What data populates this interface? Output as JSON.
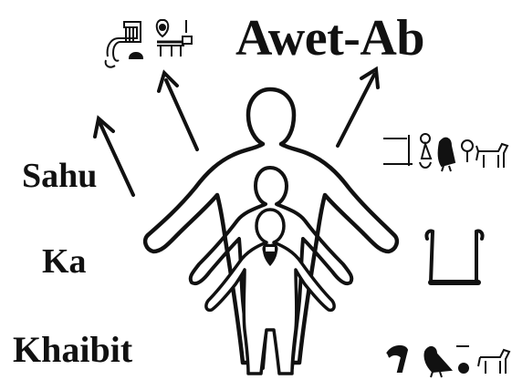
{
  "labels": {
    "title": "Awet-Ab",
    "sahu": "Sahu",
    "ka": "Ka",
    "khaibit": "Khaibit"
  },
  "figures": {
    "count": 3,
    "description_icons": [
      "human-silhouette-large",
      "human-silhouette-medium",
      "human-silhouette-small",
      "heart-amulet-icon"
    ]
  },
  "hieroglyphs": {
    "top_group": "hieroglyph-cluster",
    "right_top_group": "hieroglyph-row",
    "right_middle_sign": "ka-arms-sign",
    "right_bottom_group": "hieroglyph-row"
  },
  "colors": {
    "ink": "#111111",
    "background": "#ffffff"
  }
}
